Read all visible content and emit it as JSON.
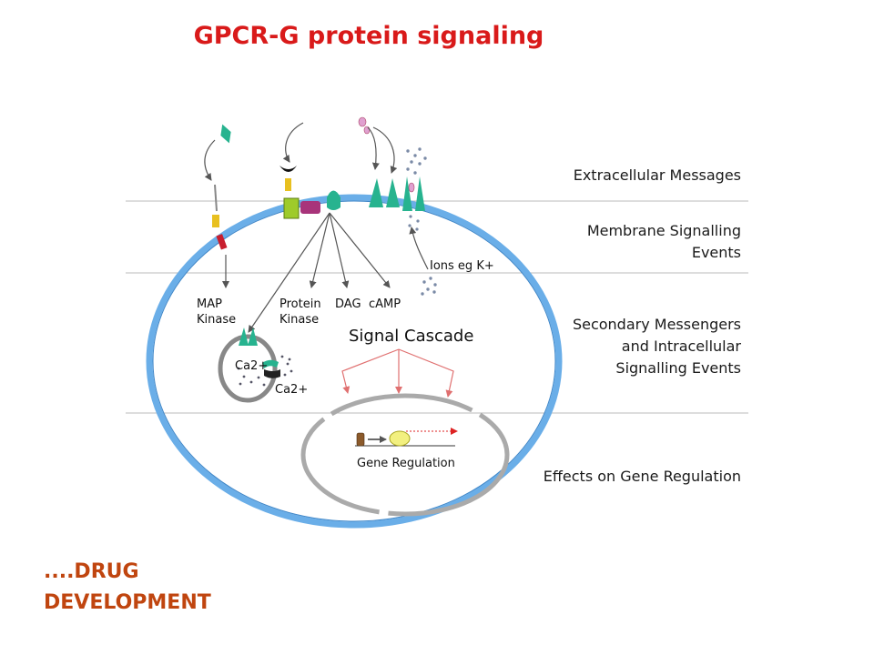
{
  "title": "GPCR-G protein signaling",
  "footer": {
    "line1": "....DRUG",
    "line2": "DEVELOPMENT"
  },
  "levels": {
    "extracellular": "Extracellular Messages",
    "membrane_line1": "Membrane Signalling",
    "membrane_line2": "Events",
    "secondary_line1": "Secondary Messengers",
    "secondary_line2": "and Intracellular",
    "secondary_line3": "Signalling Events",
    "gene": "Effects on Gene Regulation"
  },
  "cell_labels": {
    "ions": "Ions eg K+",
    "map_line1": "MAP",
    "map_line2": "Kinase",
    "pk_line1": "Protein",
    "pk_line2": "Kinase",
    "dag": "DAG",
    "camp": "cAMP",
    "cascade": "Signal Cascade",
    "ca_1": "Ca2+",
    "ca_2": "Ca2+",
    "gene_reg": "Gene Regulation"
  },
  "colors": {
    "title": "#d91a1a",
    "footer": "#c0450f",
    "membrane": "#6aaee8",
    "receptor": "#27b38f",
    "cascade_arrows": "#e07070"
  }
}
